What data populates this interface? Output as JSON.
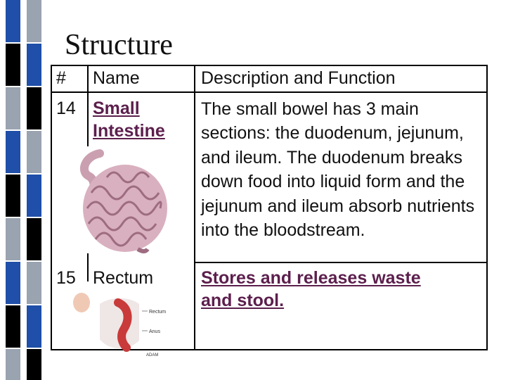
{
  "slide": {
    "title": "Structure",
    "table": {
      "headers": [
        "#",
        "Name",
        "Description and Function"
      ],
      "rows": [
        {
          "number": "14",
          "name_line1": "Small",
          "name_line2": "Intestine",
          "description": "The small bowel has 3 main sections: the duodenum, jejunum, and ileum.  The duodenum breaks down food into liquid form and the jejunum and ileum absorb nutrients into the bloodstream."
        },
        {
          "number": "15",
          "name": "Rectum",
          "description_line1": "Stores and releases waste",
          "description_line2": "and stool."
        }
      ]
    },
    "diagram_labels": {
      "rectum": "Rectum",
      "anus": "Anus",
      "credit": "ADAM"
    }
  },
  "colors": {
    "link": "#5c1f4d",
    "stripe_blue": "#1f4fa8",
    "stripe_black": "#000000",
    "stripe_gray": "#9aa3b0"
  }
}
